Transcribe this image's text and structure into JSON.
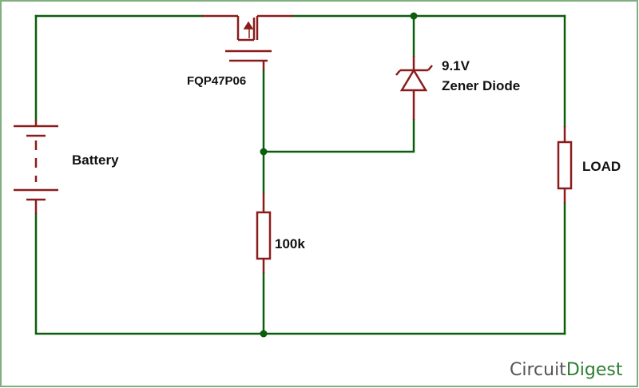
{
  "labels": {
    "mosfet": "FQP47P06",
    "zener_voltage": "9.1V",
    "zener_name": "Zener Diode",
    "battery": "Battery",
    "resistor": "100k",
    "load": "LOAD"
  },
  "brand": {
    "part1": "Circuit",
    "part2": "Digest"
  },
  "colors": {
    "wire": "#0b5e0b",
    "component": "#8a1c1c",
    "brand_gray": "#555555",
    "brand_green": "#2e7d32",
    "border": "#7fae7f"
  }
}
